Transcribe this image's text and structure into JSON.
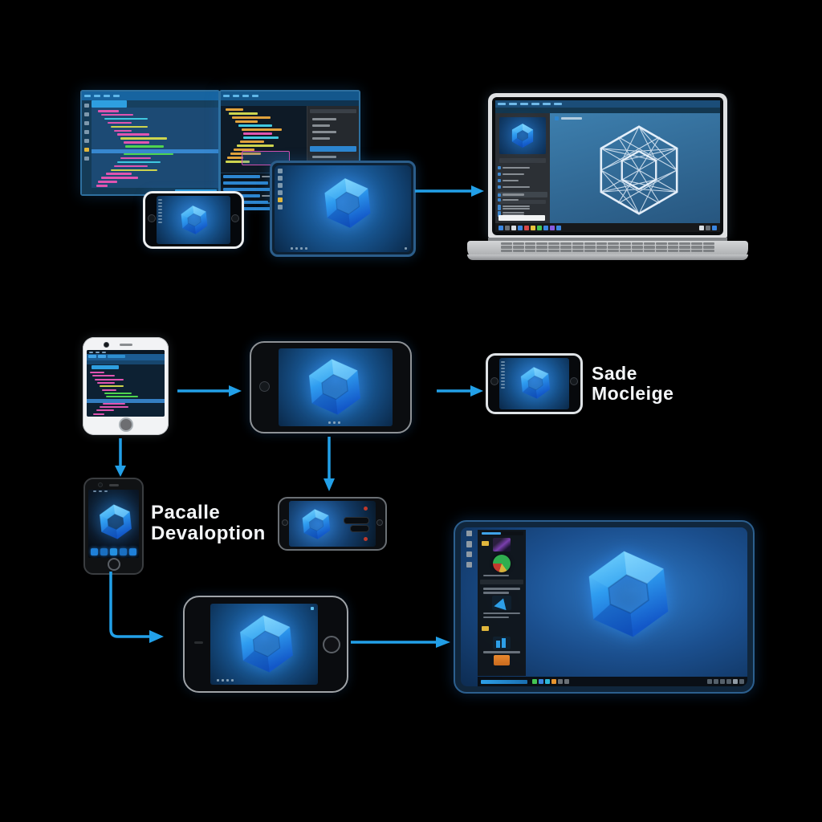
{
  "colors": {
    "background": "#000000",
    "arrow_blue": "#22a0e8",
    "hexagon_light": "#7fd9ff",
    "hexagon_mid": "#2f9df0",
    "hexagon_dark": "#1257c8",
    "screen_blue": "#2e7ac8",
    "code_magenta": "#e054b0",
    "code_yellow": "#cdd44e",
    "code_green": "#4fd44f",
    "code_orange": "#e0a23c",
    "label_text": "#f4f6f8"
  },
  "labels": {
    "stage_right": {
      "line1": "Sade",
      "line2": "Mocleige"
    },
    "stage_bottom_left": {
      "line1": "Pacalle",
      "line2": "Devaloption"
    }
  },
  "icons": [
    "hexagon-logo",
    "wireframe-hexagon-logo",
    "arrow-right-icon",
    "arrow-down-icon",
    "arrow-elbow-icon"
  ],
  "devices": [
    "monitor-code-left",
    "monitor-code-right",
    "phone-landscape-small-top",
    "tablet-top",
    "laptop",
    "phone-portrait-code",
    "phone-landscape-hex",
    "phone-landscape-small-right",
    "phone-portrait-hex",
    "phone-landscape-small-mid",
    "phone-landscape-hex-bottom",
    "tablet-bottom"
  ]
}
